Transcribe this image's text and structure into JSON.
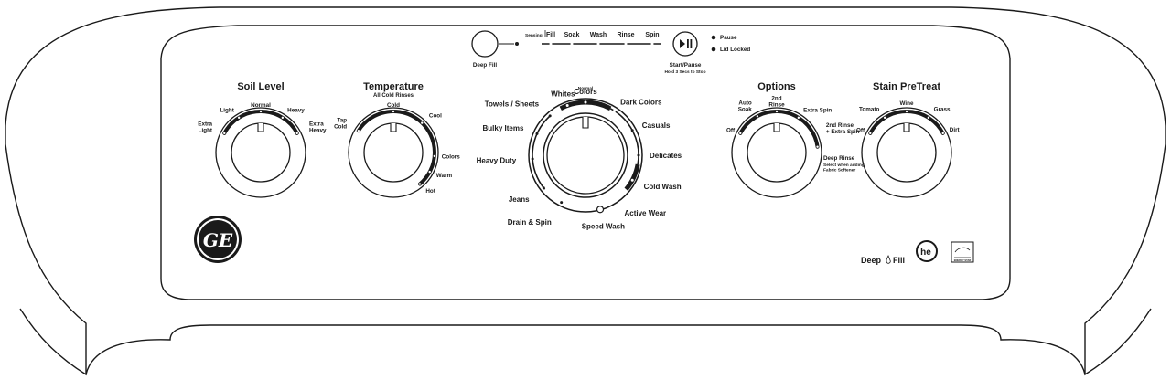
{
  "deep_fill": {
    "label": "Deep Fill"
  },
  "status": {
    "sensing": "Sensing",
    "stages": [
      "Fill",
      "Soak",
      "Wash",
      "Rinse",
      "Spin"
    ]
  },
  "start_pause": {
    "label": "Start/Pause",
    "sub": "Hold 3 Secs to Stop",
    "icon": "play-pause-icon",
    "indicators": [
      "Pause",
      "Lid Locked"
    ]
  },
  "soil_level": {
    "title": "Soil Level",
    "positions": [
      {
        "label": "Extra\nLight"
      },
      {
        "label": "Light"
      },
      {
        "label": "Normal"
      },
      {
        "label": "Heavy"
      },
      {
        "label": "Extra\nHeavy"
      }
    ]
  },
  "temperature": {
    "title": "Temperature",
    "subtitle": "All Cold Rinses",
    "positions": [
      {
        "label": "Tap\nCold"
      },
      {
        "label": "Cold"
      },
      {
        "label": "Cool"
      },
      {
        "label": "Colors"
      },
      {
        "label": "Warm"
      },
      {
        "label": "Hot"
      }
    ]
  },
  "cycle": {
    "top_sub": "Normal",
    "positions": [
      {
        "label": "Colors"
      },
      {
        "label": "Dark Colors"
      },
      {
        "label": "Casuals"
      },
      {
        "label": "Delicates"
      },
      {
        "label": "Cold Wash"
      },
      {
        "label": "Active Wear"
      },
      {
        "label": "Speed Wash"
      },
      {
        "label": "Drain & Spin"
      },
      {
        "label": "Jeans"
      },
      {
        "label": "Heavy Duty"
      },
      {
        "label": "Bulky Items"
      },
      {
        "label": "Towels / Sheets"
      },
      {
        "label": "Whites"
      }
    ]
  },
  "options": {
    "title": "Options",
    "positions": [
      {
        "label": "Off"
      },
      {
        "label": "Auto\nSoak"
      },
      {
        "label": "2nd\nRinse"
      },
      {
        "label": "Extra Spin"
      },
      {
        "label": "2nd Rinse\n+ Extra Spin"
      }
    ],
    "deep_rinse": {
      "label": "Deep Rinse",
      "sub": "Select when adding\nFabric Softener"
    }
  },
  "stain_pretreat": {
    "title": "Stain PreTreat",
    "positions": [
      {
        "label": "Off"
      },
      {
        "label": "Tomato"
      },
      {
        "label": "Wine"
      },
      {
        "label": "Grass"
      },
      {
        "label": "Dirt"
      }
    ]
  },
  "branding": {
    "logo": "GE",
    "deep_fill": "Deep",
    "deep_fill_2": "Fill",
    "he": "he",
    "energy_star": "ENERGY STAR"
  }
}
